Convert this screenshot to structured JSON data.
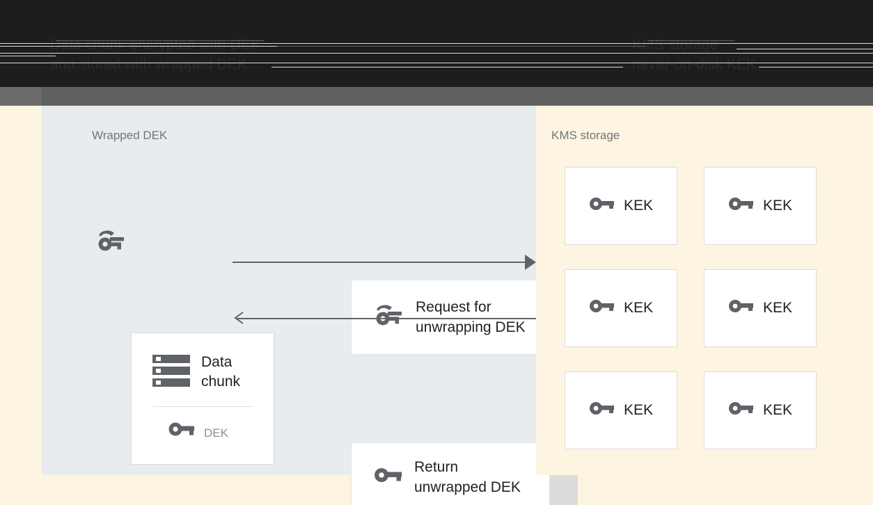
{
  "topbar": {
    "obscured_line_left_1": "Data chunk encrypted with DEK",
    "obscured_line_left_2": "and stored with wrapped DEK",
    "obscured_line_right_1": "KMS storage",
    "obscured_line_right_2": "never-on-disk KEK"
  },
  "left_panel": {
    "heading": "Wrapped DEK",
    "heading_icon": "wrapped-key-icon",
    "data_chunk_card": {
      "icon": "server-stack-icon",
      "title": "Data\nchunk",
      "key_icon": "key-icon",
      "key_label": "DEK"
    },
    "messages": [
      {
        "icon": "wrapped-key-icon",
        "text": "Request for\nunwrapping DEK"
      },
      {
        "icon": "key-icon",
        "text": "Return\nunwrapped DEK"
      }
    ],
    "arrows": [
      {
        "name": "request-arrow",
        "direction": "right"
      },
      {
        "name": "return-arrow",
        "direction": "left"
      }
    ]
  },
  "right_panel": {
    "heading": "KMS storage",
    "kek_boxes": [
      {
        "icon": "key-icon",
        "label": "KEK"
      },
      {
        "icon": "key-icon",
        "label": "KEK"
      },
      {
        "icon": "key-icon",
        "label": "KEK"
      },
      {
        "icon": "key-icon",
        "label": "KEK"
      },
      {
        "icon": "key-icon",
        "label": "KEK"
      },
      {
        "icon": "key-icon",
        "label": "KEK"
      }
    ]
  },
  "colors": {
    "page_background": "#FDF5E1",
    "left_panel_background": "#E8ECEF",
    "topbar_dark": "#1d1d1d",
    "topbar_gray": "#616161",
    "icon_gray": "#5f6368",
    "heading_gray": "#70757a",
    "text_primary": "#202124",
    "card_shadow": "#DCDCDC"
  }
}
